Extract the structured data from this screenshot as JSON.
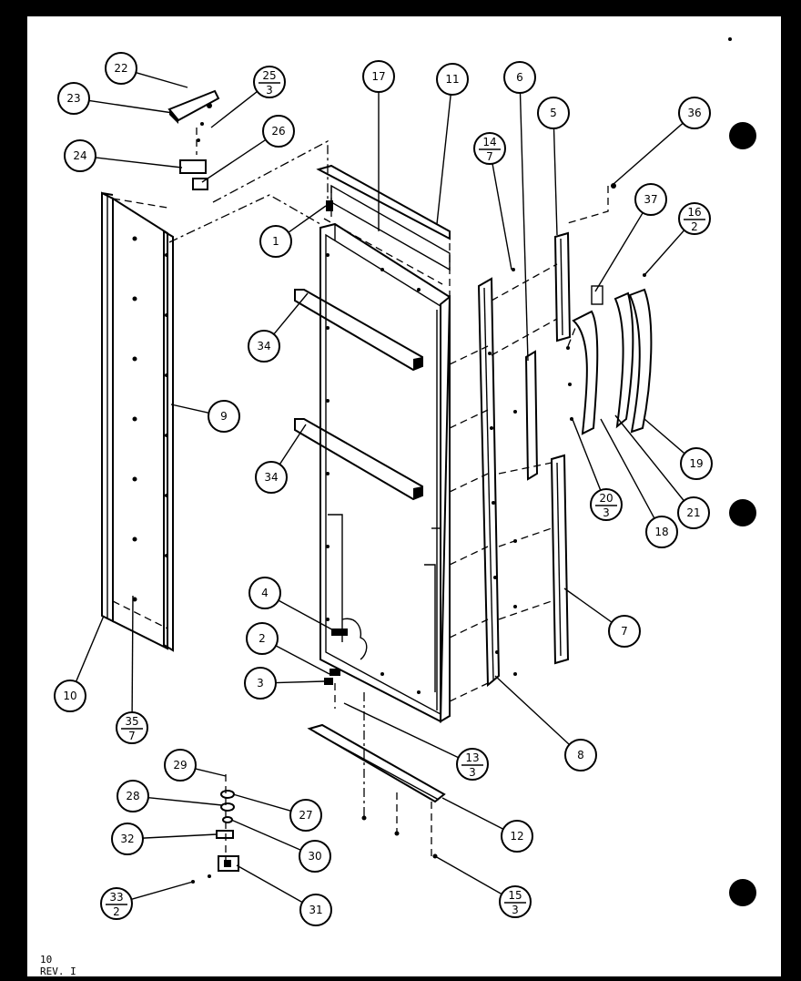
{
  "drawing": {
    "footer_line1": "10",
    "footer_line2": "REV. I"
  },
  "callouts": [
    {
      "label": "22"
    },
    {
      "label": "23"
    },
    {
      "label": "25",
      "sub": "3"
    },
    {
      "label": "26"
    },
    {
      "label": "24"
    },
    {
      "label": "17"
    },
    {
      "label": "11"
    },
    {
      "label": "6"
    },
    {
      "label": "14",
      "sub": "7"
    },
    {
      "label": "5"
    },
    {
      "label": "36"
    },
    {
      "label": "37"
    },
    {
      "label": "16",
      "sub": "2"
    },
    {
      "label": "1"
    },
    {
      "label": "34"
    },
    {
      "label": "9"
    },
    {
      "label": "34"
    },
    {
      "label": "19"
    },
    {
      "label": "20",
      "sub": "3"
    },
    {
      "label": "18"
    },
    {
      "label": "21"
    },
    {
      "label": "4"
    },
    {
      "label": "2"
    },
    {
      "label": "3"
    },
    {
      "label": "7"
    },
    {
      "label": "10"
    },
    {
      "label": "35",
      "sub": "7"
    },
    {
      "label": "13",
      "sub": "3"
    },
    {
      "label": "8"
    },
    {
      "label": "29"
    },
    {
      "label": "28"
    },
    {
      "label": "27"
    },
    {
      "label": "32"
    },
    {
      "label": "30"
    },
    {
      "label": "12"
    },
    {
      "label": "33",
      "sub": "2"
    },
    {
      "label": "31"
    },
    {
      "label": "15",
      "sub": "3"
    }
  ]
}
